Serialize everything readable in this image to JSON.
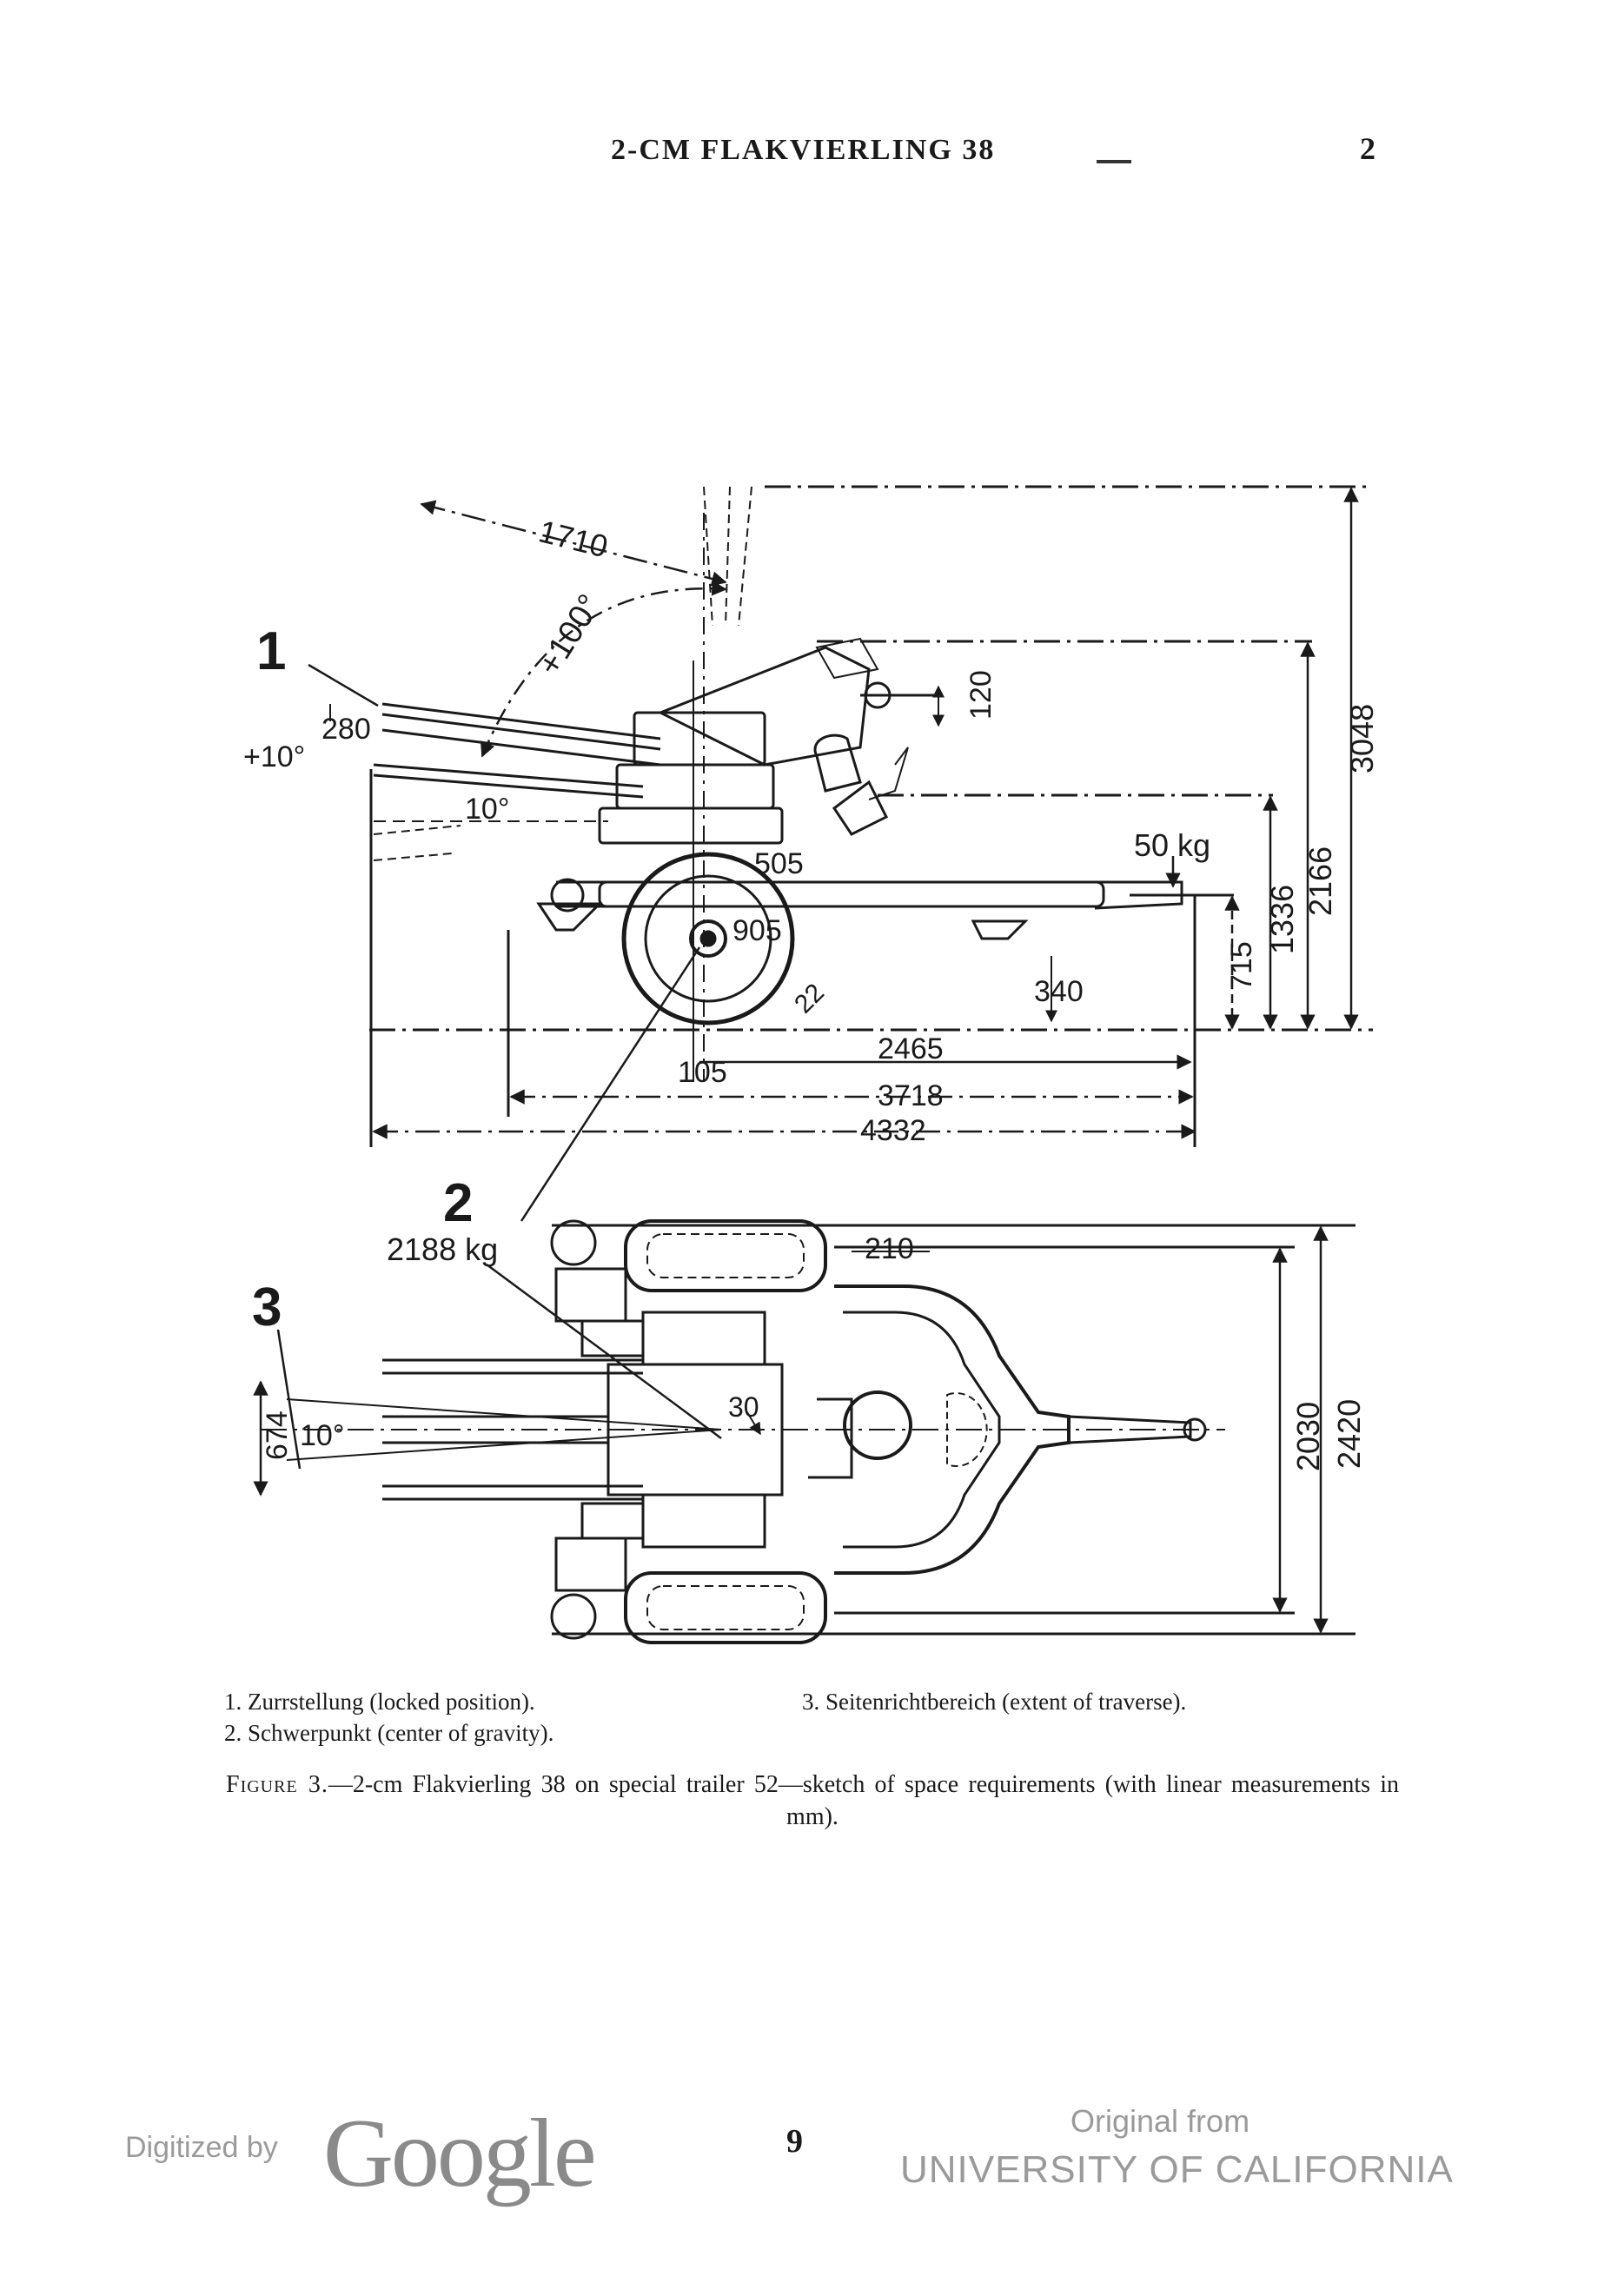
{
  "header": {
    "running_title": "2-CM FLAKVIERLING 38",
    "page_number": "2"
  },
  "figure": {
    "side_view": {
      "callout_1": "1",
      "dim_1710": "1710",
      "angle_100": "+100°",
      "dim_280": "280",
      "angle_plus10": "+10°",
      "angle_10": "10°",
      "dim_120": "120",
      "dim_3048": "3048",
      "dim_2166": "2166",
      "dim_1336": "1336",
      "dim_715": "715",
      "load_50": "50 kg",
      "dim_505": "505",
      "dim_905": "905",
      "dim_22": "22",
      "dim_340": "340",
      "dim_2465": "2465",
      "dim_105": "105",
      "dim_3718": "3718",
      "dim_4332": "4332"
    },
    "top_view": {
      "callout_2": "2",
      "weight_2188": "2188 kg",
      "callout_3": "3",
      "dim_210": "210",
      "dim_674": "674",
      "angle_10": "10°",
      "dim_30": "30",
      "dim_2030": "2030",
      "dim_2420": "2420"
    }
  },
  "legend": {
    "item_1": "1. Zurrstellung (locked position).",
    "item_2": "2. Schwerpunkt (center of gravity).",
    "item_3": "3. Seitenrichtbereich (extent of traverse)."
  },
  "caption": {
    "label": "Figure 3.",
    "text": "—2-cm Flakvierling 38 on special trailer 52—sketch of space requirements (with linear measurements in mm)."
  },
  "footer": {
    "digitized_by": "Digitized by",
    "google": "Google",
    "page_number": "9",
    "original_from": "Original from",
    "university": "UNIVERSITY OF CALIFORNIA"
  }
}
